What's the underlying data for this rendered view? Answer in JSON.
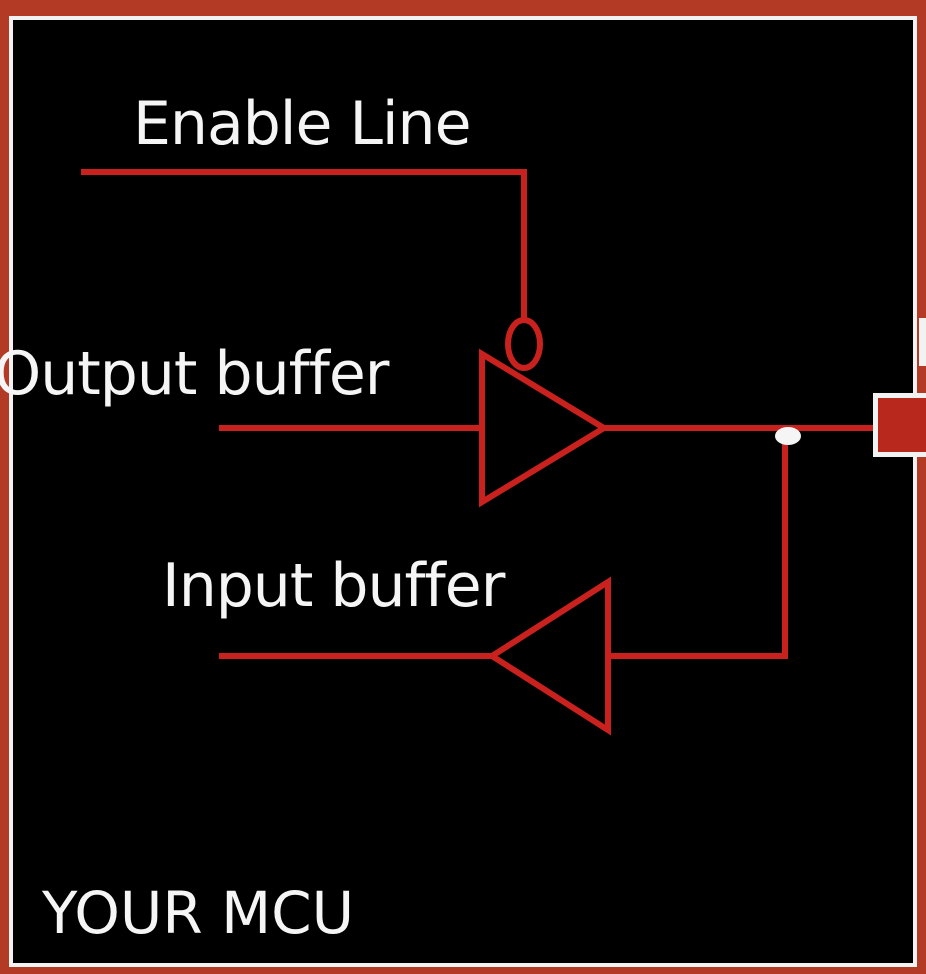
{
  "diagram": {
    "labels": {
      "enable_line": "Enable Line",
      "output_buffer": "Output buffer",
      "input_buffer": "Input buffer",
      "mcu": "YOUR MCU"
    },
    "colors": {
      "wire": "#c9211e",
      "background": "#000000",
      "frame": "#b33a25",
      "border": "#f2f2f2",
      "text": "#f5f5f5",
      "pin": "#b8281d"
    },
    "icons": [
      "output-buffer-triangle-icon",
      "input-buffer-triangle-icon",
      "inversion-bubble-icon",
      "junction-dot-icon",
      "io-pin-icon"
    ]
  }
}
